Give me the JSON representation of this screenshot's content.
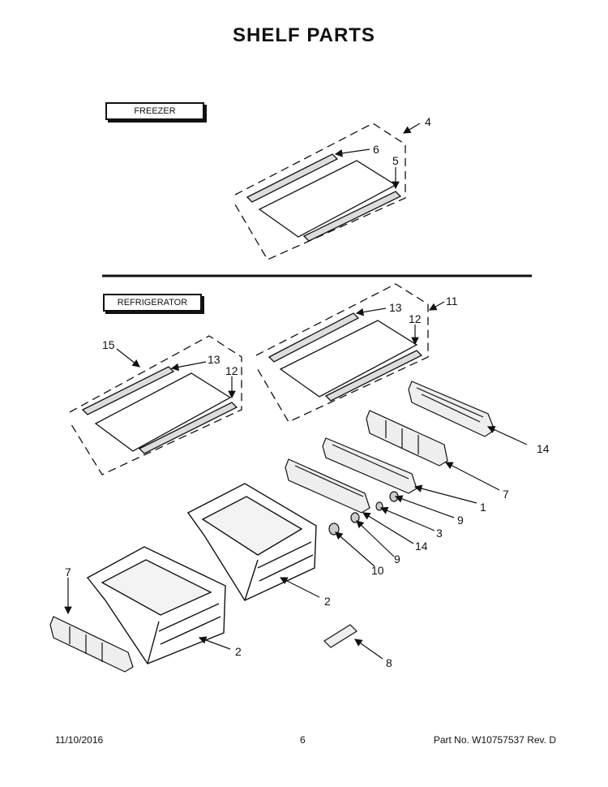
{
  "title": "SHELF PARTS",
  "sections": {
    "freezer": "FREEZER",
    "refrigerator": "REFRIGERATOR"
  },
  "callouts": {
    "c4": "4",
    "c6": "6",
    "c5": "5",
    "c11": "11",
    "c13a": "13",
    "c12a": "12",
    "c15": "15",
    "c13b": "13",
    "c12b": "12",
    "c14a": "14",
    "c7a": "7",
    "c1": "1",
    "c9a": "9",
    "c3": "3",
    "c14b": "14",
    "c9b": "9",
    "c10": "10",
    "c2a": "2",
    "c7b": "7",
    "c2b": "2",
    "c8": "8"
  },
  "footer": {
    "date": "11/10/2016",
    "page": "6",
    "part": "Part No.  W10757537  Rev.  D"
  }
}
